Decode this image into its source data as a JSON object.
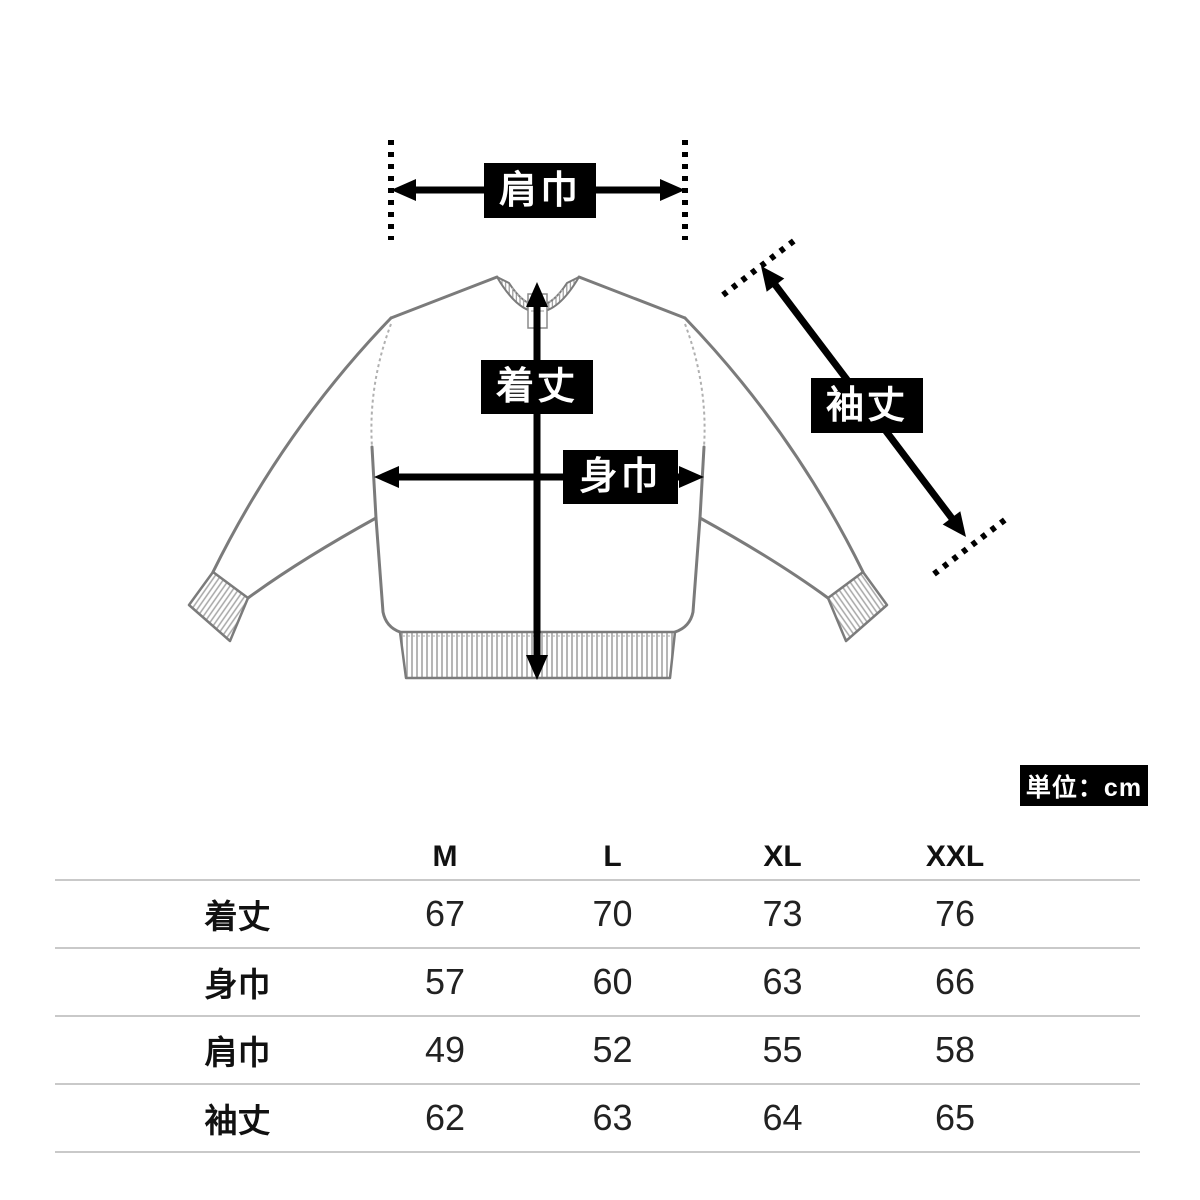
{
  "diagram": {
    "labels": {
      "shoulder_width": "肩巾",
      "body_length": "着丈",
      "body_width": "身巾",
      "sleeve_length": "袖丈"
    },
    "unit_badge": "単位：cm"
  },
  "size_table": {
    "columns": [
      "M",
      "L",
      "XL",
      "XXL"
    ],
    "rows": [
      {
        "label": "着丈",
        "values": [
          "67",
          "70",
          "73",
          "76"
        ]
      },
      {
        "label": "身巾",
        "values": [
          "57",
          "60",
          "63",
          "66"
        ]
      },
      {
        "label": "肩巾",
        "values": [
          "49",
          "52",
          "55",
          "58"
        ]
      },
      {
        "label": "袖丈",
        "values": [
          "62",
          "63",
          "64",
          "65"
        ]
      }
    ]
  },
  "colors": {
    "arrow_black": "#000000",
    "garment_outline": "#7b7b7b",
    "stitch_gray": "#b0b0b0",
    "table_line": "#c9c9c9",
    "label_bg": "#000000",
    "label_text": "#ffffff"
  }
}
